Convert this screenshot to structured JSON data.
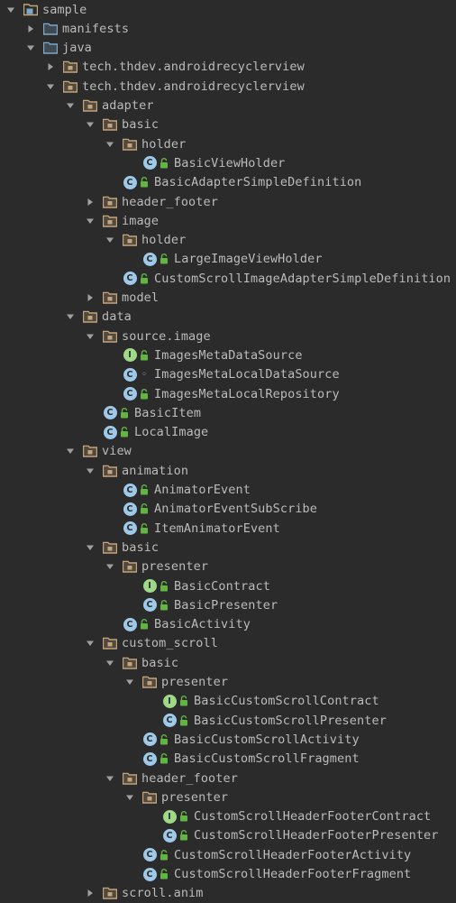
{
  "colors": {
    "background": "#2b2b2b",
    "text": "#bbbbbb",
    "arrow": "#a0a0a0",
    "folder": "#c3a57a",
    "folder_blue": "#7ea7c9",
    "class_badge": "#9fc9e8",
    "interface_badge": "#9ed989",
    "lock": "#62b543"
  },
  "tree": [
    {
      "label": "sample",
      "depth": 0,
      "expanded": true,
      "icon": "module-folder-icon"
    },
    {
      "label": "manifests",
      "depth": 1,
      "expanded": false,
      "icon": "folder-blue-icon"
    },
    {
      "label": "java",
      "depth": 1,
      "expanded": true,
      "icon": "folder-blue-icon"
    },
    {
      "label": "tech.thdev.androidrecyclerview",
      "depth": 2,
      "expanded": false,
      "icon": "package-icon"
    },
    {
      "label": "tech.thdev.androidrecyclerview",
      "depth": 2,
      "expanded": true,
      "icon": "package-icon"
    },
    {
      "label": "adapter",
      "depth": 3,
      "expanded": true,
      "icon": "package-icon"
    },
    {
      "label": "basic",
      "depth": 4,
      "expanded": true,
      "icon": "package-icon"
    },
    {
      "label": "holder",
      "depth": 5,
      "expanded": true,
      "icon": "package-icon"
    },
    {
      "label": "BasicViewHolder",
      "depth": 6,
      "icon": "class-icon",
      "lock": true
    },
    {
      "label": "BasicAdapterSimpleDefinition",
      "depth": 5,
      "icon": "class-icon",
      "lock": true
    },
    {
      "label": "header_footer",
      "depth": 4,
      "expanded": false,
      "icon": "package-icon"
    },
    {
      "label": "image",
      "depth": 4,
      "expanded": true,
      "icon": "package-icon"
    },
    {
      "label": "holder",
      "depth": 5,
      "expanded": true,
      "icon": "package-icon"
    },
    {
      "label": "LargeImageViewHolder",
      "depth": 6,
      "icon": "class-icon",
      "lock": true
    },
    {
      "label": "CustomScrollImageAdapterSimpleDefinition",
      "depth": 5,
      "icon": "class-icon",
      "lock": true
    },
    {
      "label": "model",
      "depth": 4,
      "expanded": false,
      "icon": "package-icon"
    },
    {
      "label": "data",
      "depth": 3,
      "expanded": true,
      "icon": "package-icon"
    },
    {
      "label": "source.image",
      "depth": 4,
      "expanded": true,
      "icon": "package-icon"
    },
    {
      "label": "ImagesMetaDataSource",
      "depth": 5,
      "icon": "interface-icon",
      "lock": true
    },
    {
      "label": "ImagesMetaLocalDataSource",
      "depth": 5,
      "icon": "class-icon",
      "lock": false
    },
    {
      "label": "ImagesMetaLocalRepository",
      "depth": 5,
      "icon": "class-icon",
      "lock": true
    },
    {
      "label": "BasicItem",
      "depth": 4,
      "icon": "class-icon",
      "lock": true
    },
    {
      "label": "LocalImage",
      "depth": 4,
      "icon": "class-icon",
      "lock": true
    },
    {
      "label": "view",
      "depth": 3,
      "expanded": true,
      "icon": "package-icon"
    },
    {
      "label": "animation",
      "depth": 4,
      "expanded": true,
      "icon": "package-icon"
    },
    {
      "label": "AnimatorEvent",
      "depth": 5,
      "icon": "class-icon",
      "lock": true
    },
    {
      "label": "AnimatorEventSubScribe",
      "depth": 5,
      "icon": "class-icon",
      "lock": true
    },
    {
      "label": "ItemAnimatorEvent",
      "depth": 5,
      "icon": "class-icon",
      "lock": true
    },
    {
      "label": "basic",
      "depth": 4,
      "expanded": true,
      "icon": "package-icon"
    },
    {
      "label": "presenter",
      "depth": 5,
      "expanded": true,
      "icon": "package-icon"
    },
    {
      "label": "BasicContract",
      "depth": 6,
      "icon": "interface-icon",
      "lock": true
    },
    {
      "label": "BasicPresenter",
      "depth": 6,
      "icon": "class-icon",
      "lock": true
    },
    {
      "label": "BasicActivity",
      "depth": 5,
      "icon": "class-icon",
      "lock": true
    },
    {
      "label": "custom_scroll",
      "depth": 4,
      "expanded": true,
      "icon": "package-icon"
    },
    {
      "label": "basic",
      "depth": 5,
      "expanded": true,
      "icon": "package-icon"
    },
    {
      "label": "presenter",
      "depth": 6,
      "expanded": true,
      "icon": "package-icon"
    },
    {
      "label": "BasicCustomScrollContract",
      "depth": 7,
      "icon": "interface-icon",
      "lock": true
    },
    {
      "label": "BasicCustomScrollPresenter",
      "depth": 7,
      "icon": "class-icon",
      "lock": true
    },
    {
      "label": "BasicCustomScrollActivity",
      "depth": 6,
      "icon": "class-icon",
      "lock": true
    },
    {
      "label": "BasicCustomScrollFragment",
      "depth": 6,
      "icon": "class-icon",
      "lock": true
    },
    {
      "label": "header_footer",
      "depth": 5,
      "expanded": true,
      "icon": "package-icon"
    },
    {
      "label": "presenter",
      "depth": 6,
      "expanded": true,
      "icon": "package-icon"
    },
    {
      "label": "CustomScrollHeaderFooterContract",
      "depth": 7,
      "icon": "interface-icon",
      "lock": true
    },
    {
      "label": "CustomScrollHeaderFooterPresenter",
      "depth": 7,
      "icon": "class-icon",
      "lock": true
    },
    {
      "label": "CustomScrollHeaderFooterActivity",
      "depth": 6,
      "icon": "class-icon",
      "lock": true
    },
    {
      "label": "CustomScrollHeaderFooterFragment",
      "depth": 6,
      "icon": "class-icon",
      "lock": true
    },
    {
      "label": "scroll.anim",
      "depth": 4,
      "expanded": false,
      "icon": "package-icon"
    }
  ]
}
